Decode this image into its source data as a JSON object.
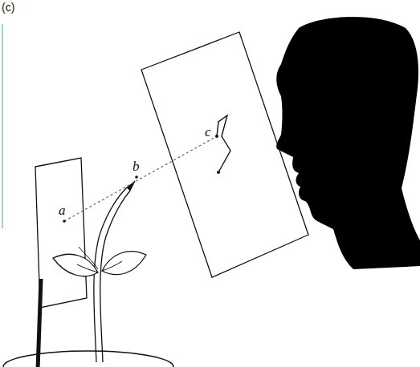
{
  "diagram": {
    "labels": [
      "(c)",
      "a",
      "b",
      "c"
    ]
  }
}
